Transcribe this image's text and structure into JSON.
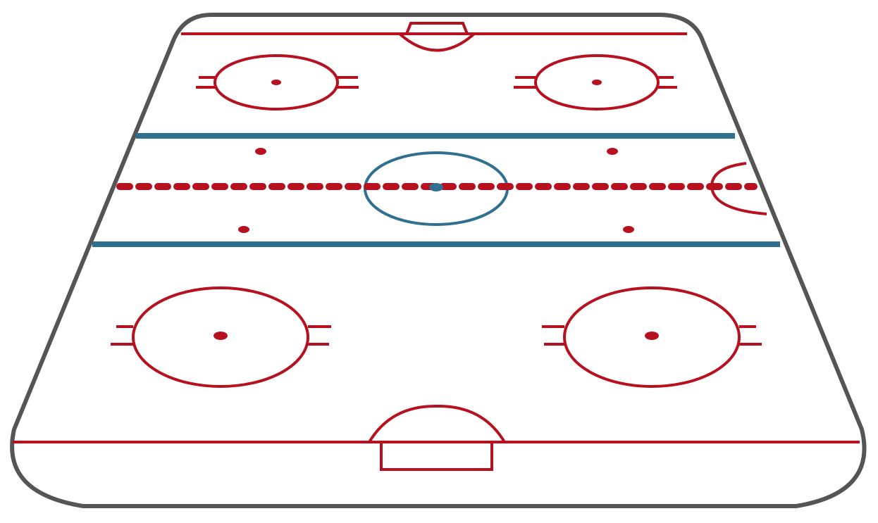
{
  "diagram": {
    "kind": "ice-hockey-rink",
    "view": "perspective-top-down",
    "text_labels": []
  },
  "colors": {
    "boards": "#555555",
    "goal_lines_and_creases": "#b7111f",
    "blue_lines": "#2f6f8f",
    "center_line": "#b7111f",
    "faceoff_circles": "#b7111f",
    "center_circle": "#2f6f8f",
    "ice": "#ffffff"
  },
  "elements": {
    "faceoff_circles": 4,
    "neutral_zone_dots": 4,
    "blue_lines": 2,
    "goal_lines": 2,
    "goal_creases": 2,
    "center_circle": 1
  }
}
